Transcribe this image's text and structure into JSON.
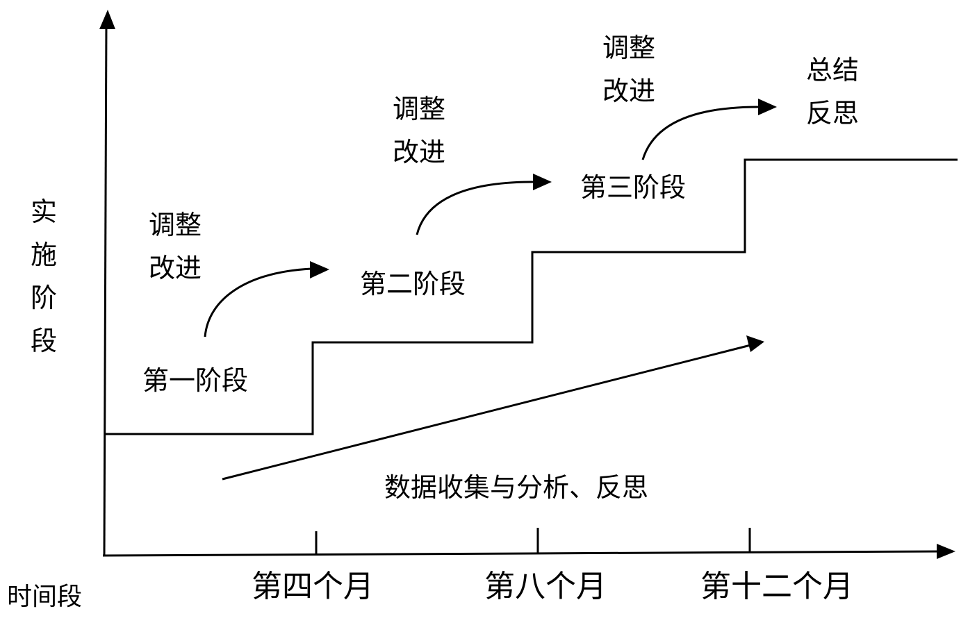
{
  "axes": {
    "y_title": "实\n施\n阶\n段",
    "x_title": "时间段",
    "ticks": [
      "第四个月",
      "第八个月",
      "第十二个月"
    ]
  },
  "stages": [
    "第一阶段",
    "第二阶段",
    "第三阶段"
  ],
  "adjust_labels": [
    "调整\n改进",
    "调整\n改进",
    "调整\n改进"
  ],
  "summary_label": "总结\n反思",
  "data_note": "数据收集与分析、反思"
}
